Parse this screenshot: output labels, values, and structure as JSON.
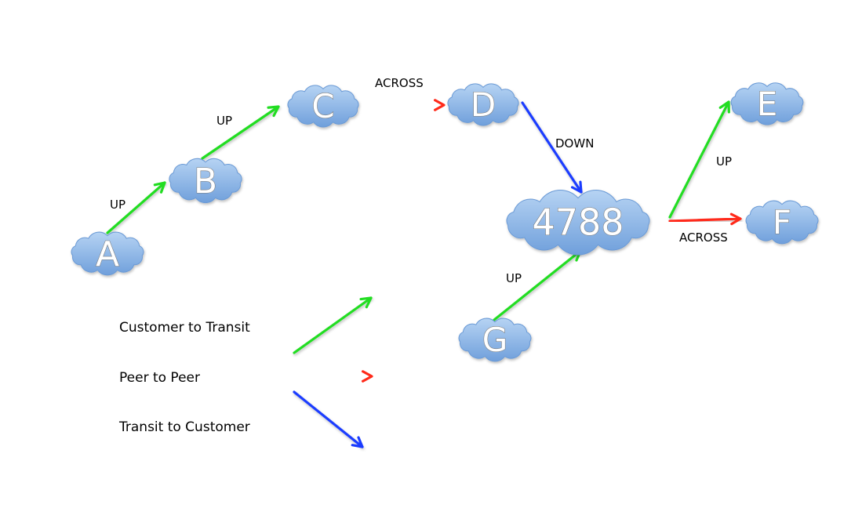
{
  "diagram": {
    "colors": {
      "up": "#22dd22",
      "across": "#ff2a1a",
      "down": "#1a3cff",
      "cloud_top": "#b6d3f3",
      "cloud_bottom": "#6f9fdb",
      "cloud_stroke": "#6a9ad6"
    },
    "nodes": [
      {
        "id": "A",
        "label": "A"
      },
      {
        "id": "B",
        "label": "B"
      },
      {
        "id": "C",
        "label": "C"
      },
      {
        "id": "D",
        "label": "D"
      },
      {
        "id": "E",
        "label": "E"
      },
      {
        "id": "F",
        "label": "F"
      },
      {
        "id": "G",
        "label": "G"
      },
      {
        "id": "4788",
        "label": "4788"
      }
    ],
    "edges": [
      {
        "from": "A",
        "to": "B",
        "type": "up",
        "label": "UP"
      },
      {
        "from": "B",
        "to": "C",
        "type": "up",
        "label": "UP"
      },
      {
        "from": "C",
        "to": "D",
        "type": "across",
        "label": "ACROSS"
      },
      {
        "from": "D",
        "to": "4788",
        "type": "down",
        "label": "DOWN"
      },
      {
        "from": "4788",
        "to": "E",
        "type": "up",
        "label": "UP"
      },
      {
        "from": "4788",
        "to": "F",
        "type": "across",
        "label": "ACROSS"
      },
      {
        "from": "G",
        "to": "4788",
        "type": "up",
        "label": "UP"
      }
    ],
    "legend": [
      {
        "type": "up",
        "label": "Customer to Transit"
      },
      {
        "type": "across",
        "label": "Peer to Peer"
      },
      {
        "type": "down",
        "label": "Transit to Customer"
      }
    ]
  }
}
